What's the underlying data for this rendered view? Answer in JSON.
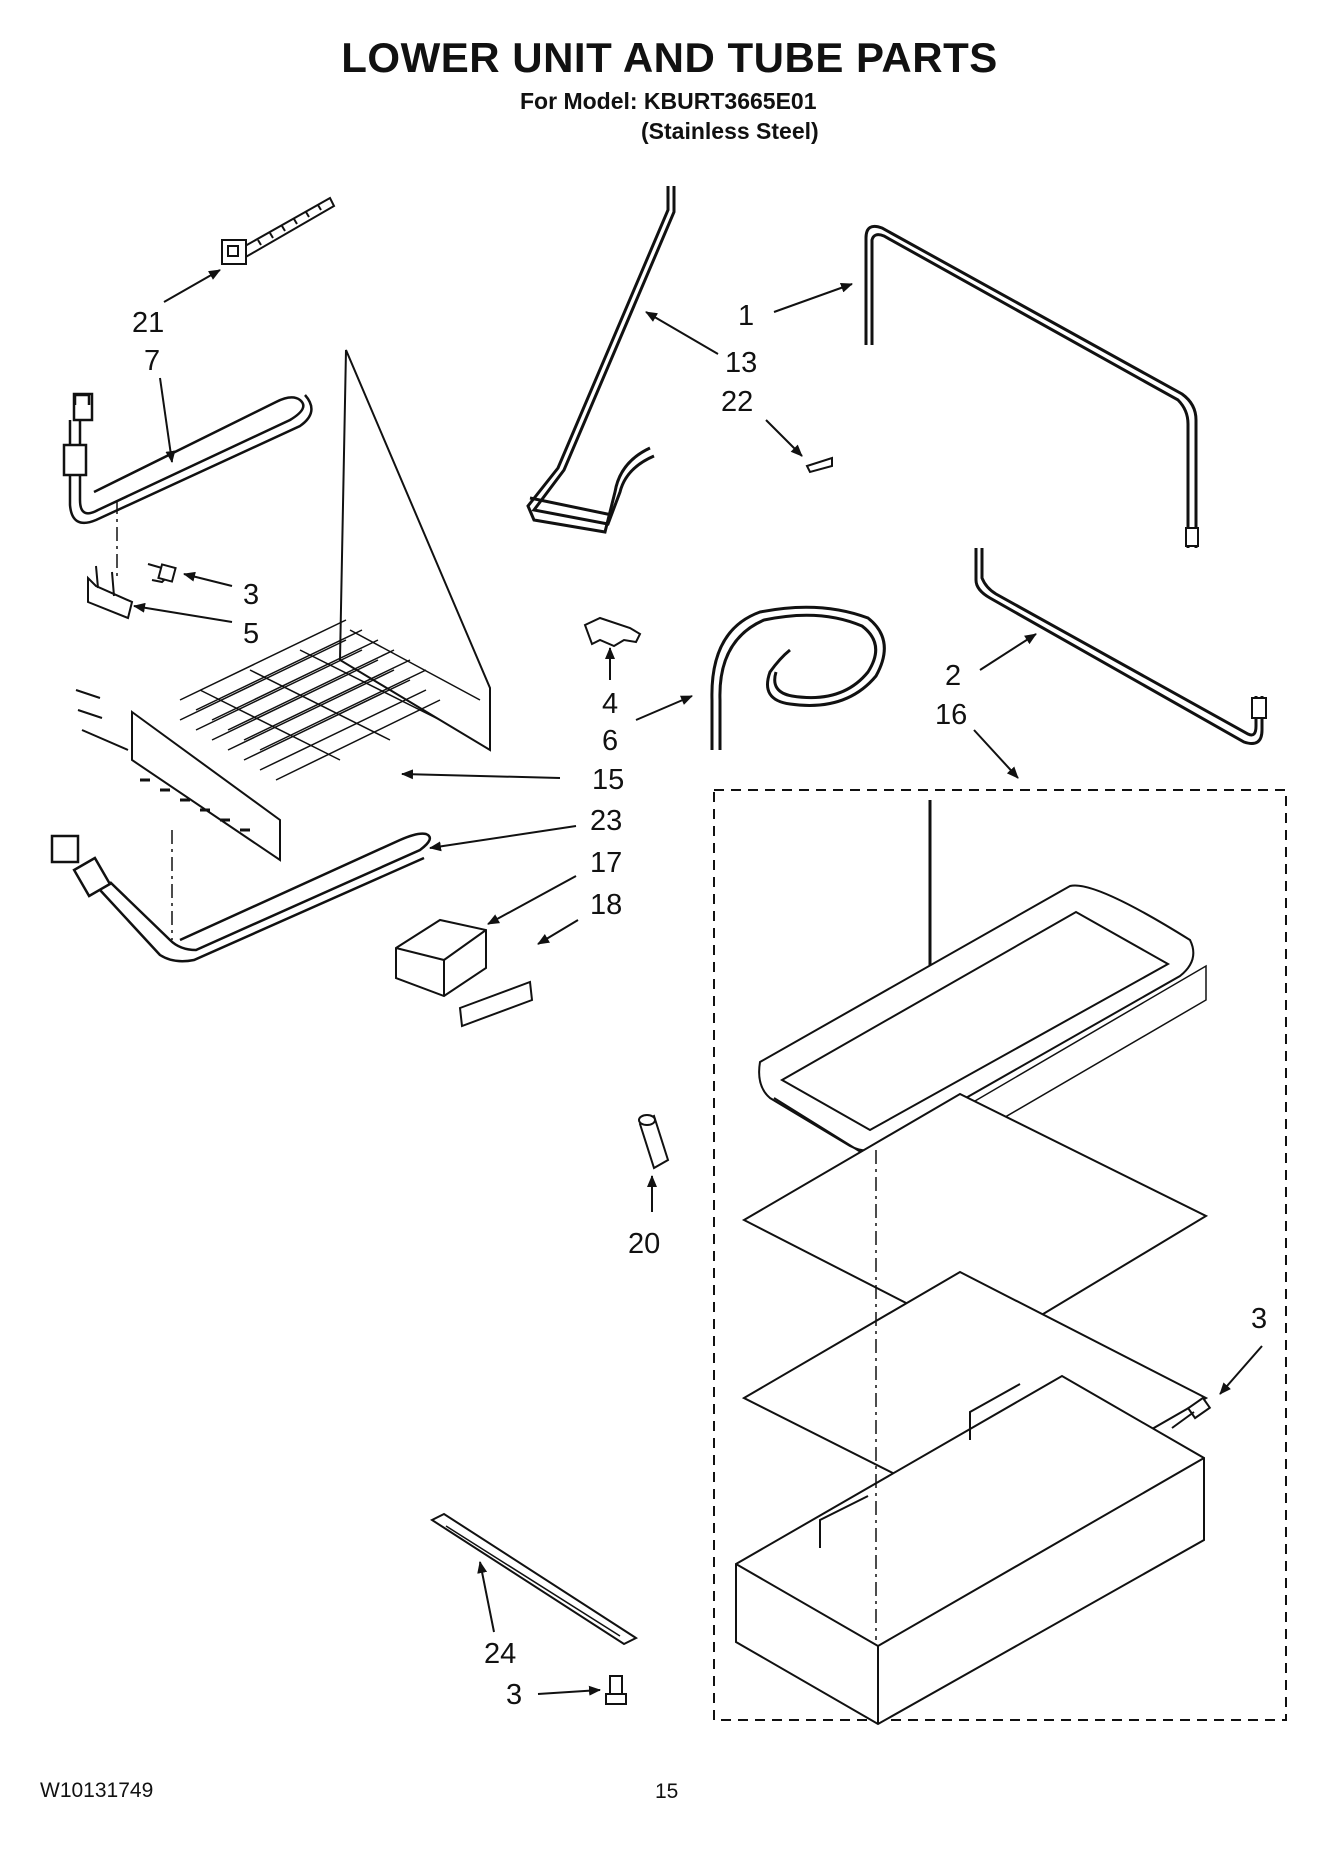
{
  "header": {
    "title": "LOWER UNIT AND TUBE PARTS",
    "model_line": "For Model: KBURT3665E01",
    "variant": "(Stainless Steel)"
  },
  "callouts": [
    {
      "id": "21",
      "label": "21"
    },
    {
      "id": "7",
      "label": "7"
    },
    {
      "id": "3a",
      "label": "3"
    },
    {
      "id": "5",
      "label": "5"
    },
    {
      "id": "1",
      "label": "1"
    },
    {
      "id": "13",
      "label": "13"
    },
    {
      "id": "22",
      "label": "22"
    },
    {
      "id": "4",
      "label": "4"
    },
    {
      "id": "6",
      "label": "6"
    },
    {
      "id": "2",
      "label": "2"
    },
    {
      "id": "16",
      "label": "16"
    },
    {
      "id": "15",
      "label": "15"
    },
    {
      "id": "23",
      "label": "23"
    },
    {
      "id": "17",
      "label": "17"
    },
    {
      "id": "18",
      "label": "18"
    },
    {
      "id": "20",
      "label": "20"
    },
    {
      "id": "3b",
      "label": "3"
    },
    {
      "id": "24",
      "label": "24"
    },
    {
      "id": "3c",
      "label": "3"
    }
  ],
  "footer": {
    "document_number": "W10131749",
    "page_number": "15"
  }
}
